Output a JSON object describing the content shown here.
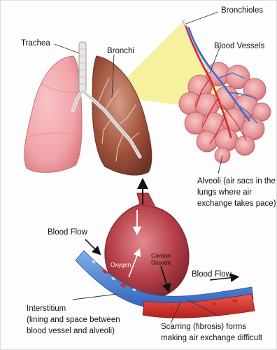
{
  "labels": {
    "bronchioles": "Bronchioles",
    "trachea": "Trachea",
    "bronchi": "Bronchi",
    "blood_vessels": "Blood Vessels",
    "alveoli_line1": "Alveoli (air sacs in the",
    "alveoli_line2": "lungs where air",
    "alveoli_line3": "exchange takes pace)",
    "blood_flow_left": "Blood Flow",
    "blood_flow_right": "Blood Flow",
    "oxygen": "Oxygen",
    "carbon_dioxide_line1": "Carbon",
    "carbon_dioxide_line2": "Dioxide",
    "interstitium_line1": "Interstitium",
    "interstitium_line2": "(lining and space between",
    "interstitium_line3": "blood vessel and alveoli)",
    "scarring_line1": "Scarring (fibrosis) forms",
    "scarring_line2": "making air exchange difficult"
  },
  "colors": {
    "lung_healthy": "#f1a3a8",
    "lung_diseased": "#a0523c",
    "trachea": "#e6e6e6",
    "magnify_beam": "#f4ef8e",
    "alveoli": "#e58f93",
    "vessel_red": "#d32a26",
    "vessel_blue": "#3a6cc9",
    "alveolus_sac": "#b53f47"
  }
}
